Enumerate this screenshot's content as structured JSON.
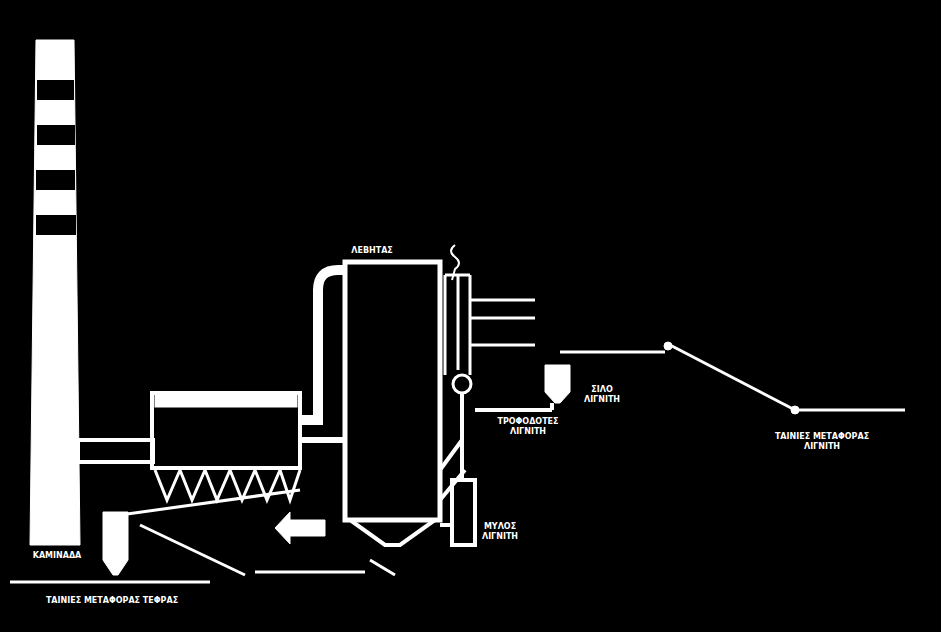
{
  "diagram": {
    "labels": [
      "ΛΕΒΗΤΑΣ",
      "ΣΙΛΟ ΛΙΓΝΙΤΗ",
      "ΤΡΟΦΟΔΟΤΕΣ ΛΙΓΝΙΤΗ",
      "ΤΑΙΝΙΕΣ ΜΕΤΑΦΟΡΑΣ ΛΙΓΝΙΤΗ",
      "ΜΥΛΟΣ ΛΙΓΝΙΤΗ",
      "ΚΑΜΙΝΑΔΑ",
      "ΤΑΙΝΙΕΣ ΜΕΤΑΦΟΡΑΣ ΤΕΦΡΑΣ"
    ]
  }
}
